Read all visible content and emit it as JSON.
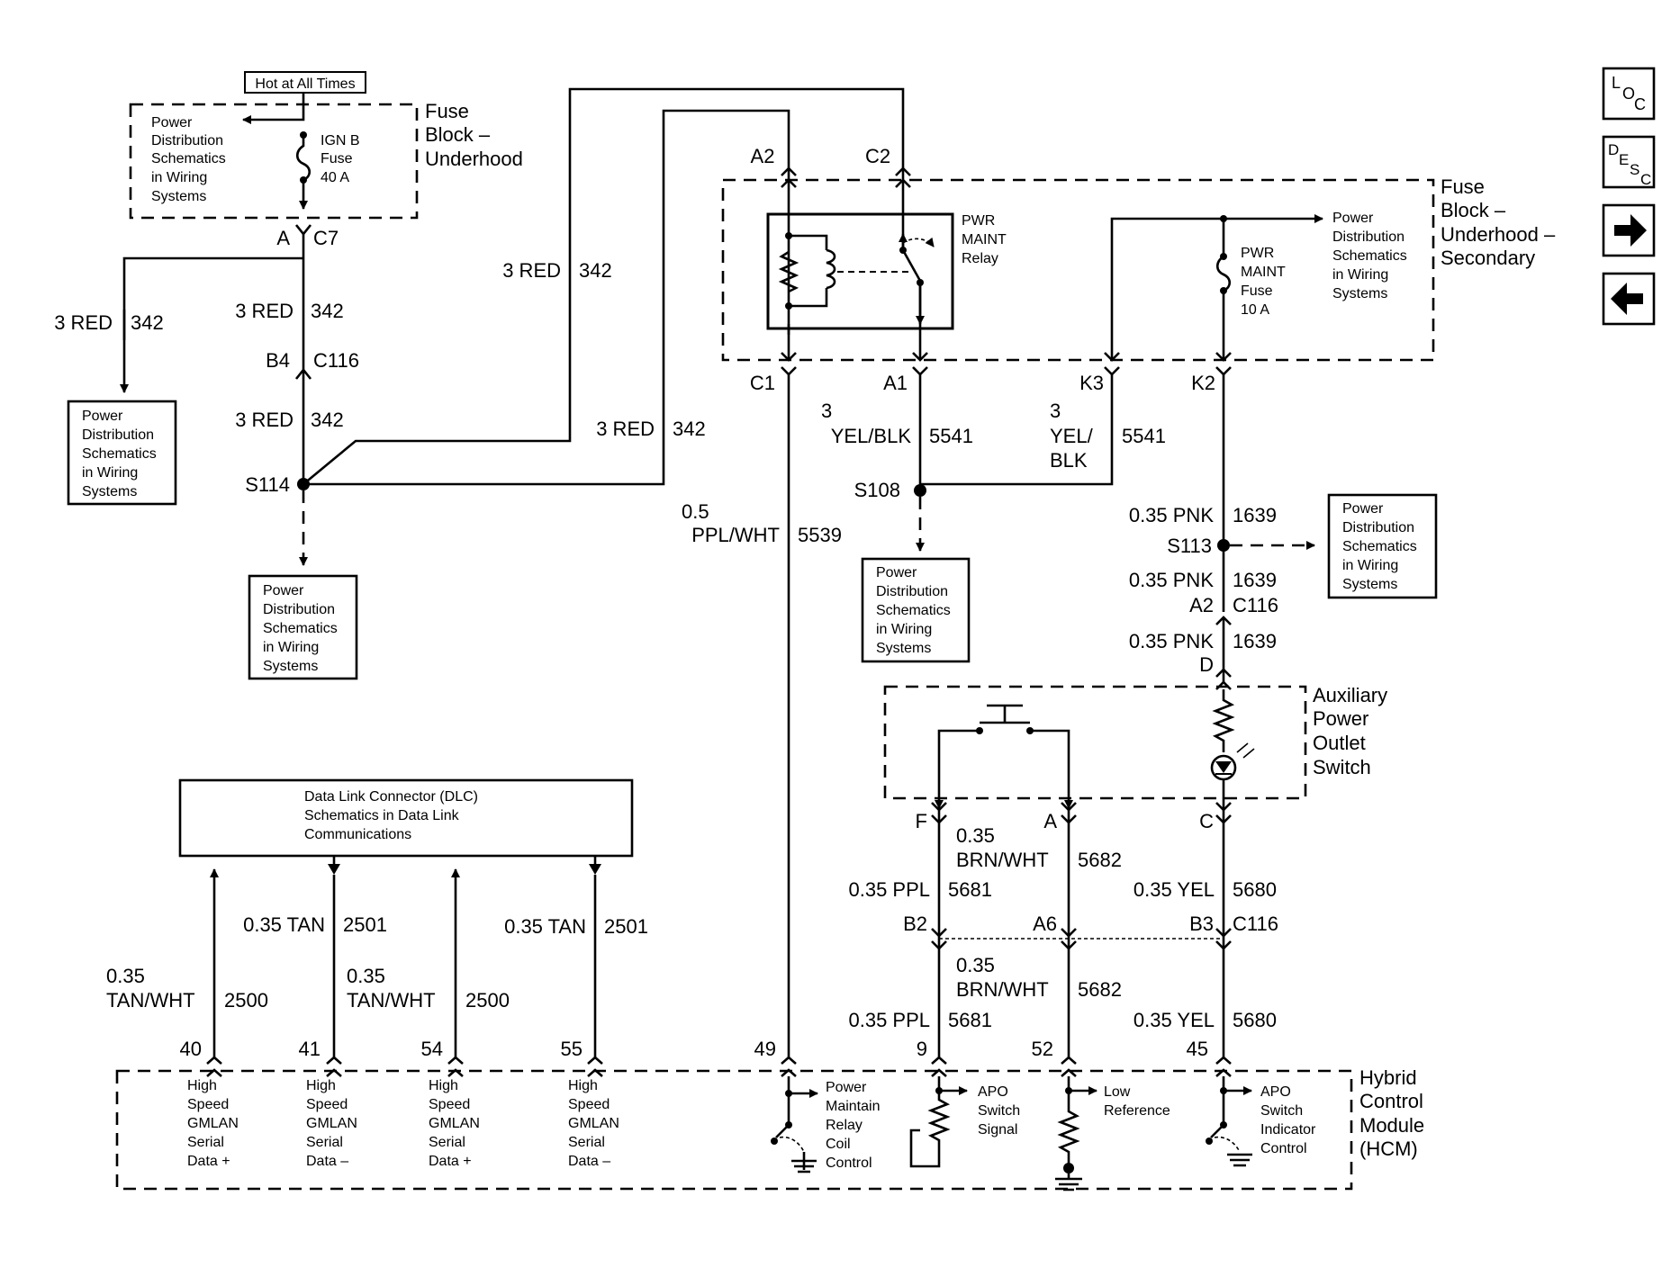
{
  "hot_label": "Hot at All Times",
  "fuse_block_underhood": [
    "Fuse",
    "Block –",
    "Underhood"
  ],
  "fuse_block_secondary": [
    "Fuse",
    "Block –",
    "Underhood –",
    "Secondary"
  ],
  "ignb_fuse": [
    "IGN B",
    "Fuse",
    "40 A"
  ],
  "pwr_maint_relay": [
    "PWR",
    "MAINT",
    "Relay"
  ],
  "pwr_maint_fuse": [
    "PWR",
    "MAINT",
    "Fuse",
    "10 A"
  ],
  "power_dist_ref": [
    "Power",
    "Distribution",
    "Schematics",
    "in Wiring",
    "Systems"
  ],
  "dlc_box": [
    "Data Link Connector (DLC)",
    "Schematics in Data Link",
    "Communications"
  ],
  "aux_switch": [
    "Auxiliary",
    "Power",
    "Outlet",
    "Switch"
  ],
  "hcm": [
    "Hybrid",
    "Control",
    "Module",
    "(HCM)"
  ],
  "connectors": {
    "a_c7": [
      "A",
      "C7"
    ],
    "b4_c116": [
      "B4",
      "C116"
    ],
    "a2": "A2",
    "c2": "C2",
    "c1": "C1",
    "a1": "A1",
    "k3": "K3",
    "k2": "K2",
    "a2_c116": [
      "A2",
      "C116"
    ],
    "d": "D",
    "f": "F",
    "a": "A",
    "c": "C",
    "b2": "B2",
    "a6": "A6",
    "b3_c116": [
      "B3",
      "C116"
    ]
  },
  "splices": {
    "s114": "S114",
    "s108": "S108",
    "s113": "S113"
  },
  "wires": {
    "red_342": [
      "3 RED",
      "342"
    ],
    "yelblk_5541": [
      "3",
      "YEL/BLK",
      "5541"
    ],
    "yelblk2_5541": [
      "3",
      "YEL/",
      "BLK",
      "5541"
    ],
    "pplwht_5539": [
      "0.5",
      "PPL/WHT",
      "5539"
    ],
    "pnk_1639": [
      "0.35 PNK",
      "1639"
    ],
    "brnwht_5682": [
      "0.35",
      "BRN/WHT",
      "5682"
    ],
    "ppl_5681": [
      "0.35 PPL",
      "5681"
    ],
    "yel_5680": [
      "0.35 YEL",
      "5680"
    ],
    "tan_2501": [
      "0.35 TAN",
      "2501"
    ],
    "tanwht_2500": [
      "0.35",
      "TAN/WHT",
      "2500"
    ]
  },
  "hcm_pins": [
    "40",
    "41",
    "54",
    "55",
    "49",
    "9",
    "52",
    "45"
  ],
  "gmlan_plus": [
    "High",
    "Speed",
    "GMLAN",
    "Serial",
    "Data +"
  ],
  "gmlan_minus": [
    "High",
    "Speed",
    "GMLAN",
    "Serial",
    "Data –"
  ],
  "hcm_functions": {
    "pin49": [
      "Power",
      "Maintain",
      "Relay",
      "Coil",
      "Control"
    ],
    "pin9": [
      "APO",
      "Switch",
      "Signal"
    ],
    "pin52": [
      "Low",
      "Reference"
    ],
    "pin45": [
      "APO",
      "Switch",
      "Indicator",
      "Control"
    ]
  },
  "nav": {
    "loc": [
      "L",
      "O",
      "C"
    ],
    "desc": [
      "D",
      "E",
      "S",
      "C"
    ],
    "forward_glyph": "➔",
    "back_glyph": "🡐"
  }
}
